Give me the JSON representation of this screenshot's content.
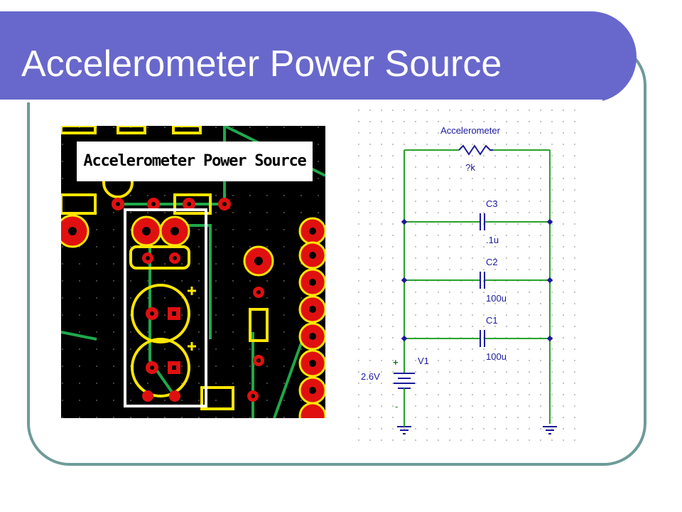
{
  "slide": {
    "title": "Accelerometer Power Source"
  },
  "pcb_image": {
    "label": "Accelerometer Power Source"
  },
  "schematic": {
    "resistor": {
      "name": "Accelerometer",
      "value": "?k"
    },
    "capacitors": [
      {
        "name": "C3",
        "value": ".1u"
      },
      {
        "name": "C2",
        "value": "100u"
      },
      {
        "name": "C1",
        "value": "100u"
      }
    ],
    "battery": {
      "name": "V1",
      "value": "2.6V",
      "plus": "+",
      "minus": "-"
    },
    "colors": {
      "wire": "#2ba12b",
      "component": "#1a1a9a",
      "label": "#1a1aa0",
      "grid": "#9a9a9a"
    }
  }
}
